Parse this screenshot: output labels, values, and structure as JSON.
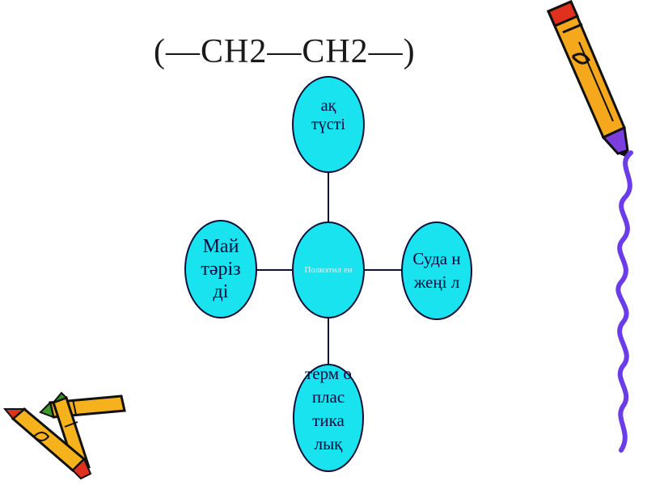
{
  "slide": {
    "formula": "(—CH2—CH2—)",
    "background_color": "#ffffff",
    "node_fill": "#19e3ee",
    "connector_color": "#0f0f3a"
  },
  "diagram": {
    "center": "Полиэтил ен",
    "top": "ақ түсті",
    "left": "Май тәріз ді",
    "right": "Суда н жеңі л",
    "bottom": "терм о плас тика лық"
  },
  "decorations": {
    "top_right": [
      "pencil-icon",
      "squiggle-line"
    ],
    "bottom_left": [
      "crayon-icon",
      "crayon-icon"
    ]
  }
}
